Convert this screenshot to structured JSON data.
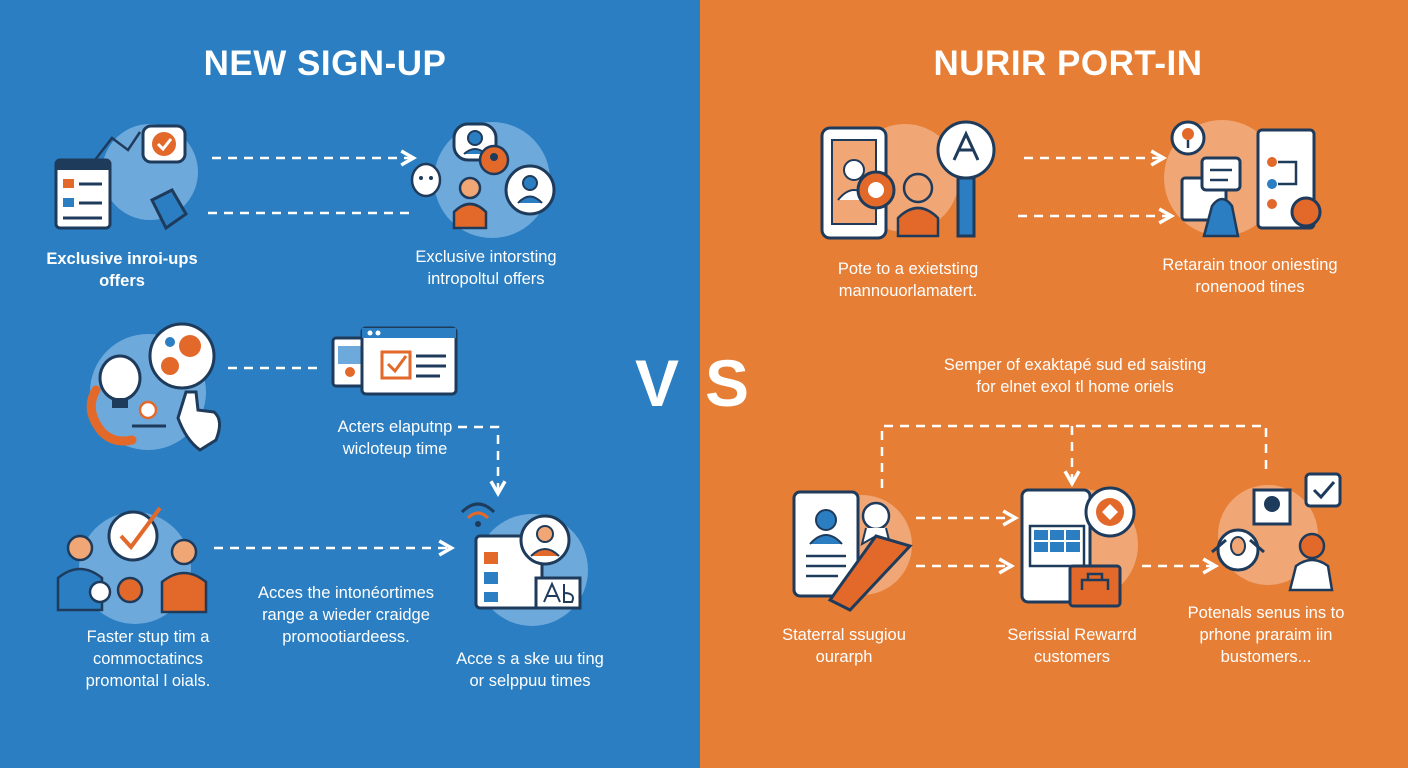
{
  "left_panel": {
    "title": "NEW SIGN-UP",
    "background": "#2a7ec1",
    "captions": {
      "offers_1": "Exclusive  inroi-ups\noffers",
      "offers_2": "Exclusive intorsting\nintropoltul offers",
      "access_setup": "Acters elaputnp\nwicloteup time",
      "faster_setup": "Faster stup tim a\ncommoctatincs\npromontal l oials.",
      "access_range": "Acces the intonéortimes\nrange a wieder craidge\npromootiardeess.",
      "access_sake": "Acce s a ske uu ting\nor selppuu times"
    },
    "icons": {
      "form_checklist": "checklist-icon",
      "chat_bubbles": "chat-bubbles-icon",
      "lightbulb_touch": "lightbulb-touch-icon",
      "browser_window": "browser-window-icon",
      "team_checkmark": "team-checkmark-icon",
      "wifi_dashboard": "wifi-dashboard-icon"
    }
  },
  "right_panel": {
    "title": "NURIR PORT-IN",
    "background": "#e67e35",
    "captions": {
      "pote_existing": "Pote to a exietsting\nmannouorlamatert.",
      "retain_existing": "Retarain tnoor oniesting\nronenood tines",
      "semper": "Semper of exaktapé sud ed saisting\nfor elnet exol tl home oriels",
      "stateral": "Staterral ssugiou\nourarph",
      "reward": "Serissial Rewarrd\ncustomers",
      "potenals": "Potenals senus ins to\nprhone praraim iin\nbustomers..."
    },
    "icons": {
      "phone_profile": "phone-profile-icon",
      "documents_network": "documents-network-icon",
      "id_card": "id-card-icon",
      "tablet_reward": "tablet-reward-icon",
      "customer_check": "customer-check-icon"
    }
  },
  "divider_label": "VS",
  "colors": {
    "navy": "#1f3b5c",
    "orange_accent": "#e2692a",
    "light_blue": "#6ea9dc",
    "soft_orange": "#f0a675",
    "white": "#ffffff"
  }
}
